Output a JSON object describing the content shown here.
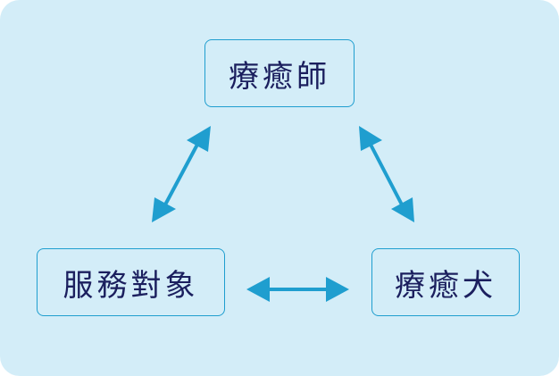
{
  "diagram": {
    "nodes": {
      "top": "療癒師",
      "left": "服務對象",
      "right": "療癒犬"
    },
    "colors": {
      "background": "#d3edf8",
      "arrow": "#1f9ecf",
      "text": "#1b1f5e"
    }
  }
}
